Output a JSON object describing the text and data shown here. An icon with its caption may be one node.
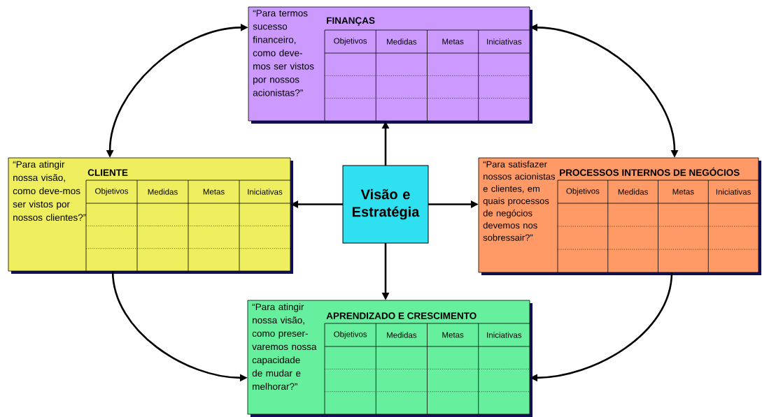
{
  "diagram": {
    "nodes": [
      {
        "text": [
          "“Para termos sucesso financeiro, como deve-mos ser vistos por nossos acionistas?”",
          "FINANÇAS"
        ]
      },
      {
        "text": [
          "“Para atingir nossa visão, como deve-mos ser vistos por nossos clientes?”",
          "CLIENTE"
        ]
      },
      {
        "text": [
          "Visão e Estratégia"
        ]
      },
      {
        "text": [
          "“Para satisfazer nossos acionistas e clientes, em quais processos de negócios devemos nos sobressair?”",
          "PROCESSOS INTERNOS DE NEGÓCIOS"
        ]
      },
      {
        "text": [
          "“Para atingir nossa visão, como preser-varemos nossa capacidade de mudar e melhorar?”",
          "APRENDIZADO E CRESCIMENTO"
        ]
      }
    ],
    "edges": [
      {
        "from": 2,
        "to": 0,
        "arrow": "to"
      },
      {
        "from": 2,
        "to": 1,
        "arrow": "to"
      },
      {
        "from": 2,
        "to": 3,
        "arrow": "to"
      },
      {
        "from": 2,
        "to": 4,
        "arrow": "to"
      },
      {
        "from": 0,
        "to": 1,
        "arrow": "both"
      },
      {
        "from": 0,
        "to": 3,
        "arrow": "both"
      },
      {
        "from": 1,
        "to": 4,
        "arrow": "to"
      },
      {
        "from": 3,
        "to": 4,
        "arrow": "to"
      }
    ],
    "labels": [
      "Objetivos",
      "Medidas",
      "Metas",
      "Iniciativas",
      "Objetivos",
      "Medidas",
      "Metas",
      "Iniciativas",
      "Objetivos",
      "Medidas",
      "Metas",
      "Iniciativas",
      "Objetivos",
      "Medidas",
      "Metas",
      "Iniciativas"
    ]
  }
}
